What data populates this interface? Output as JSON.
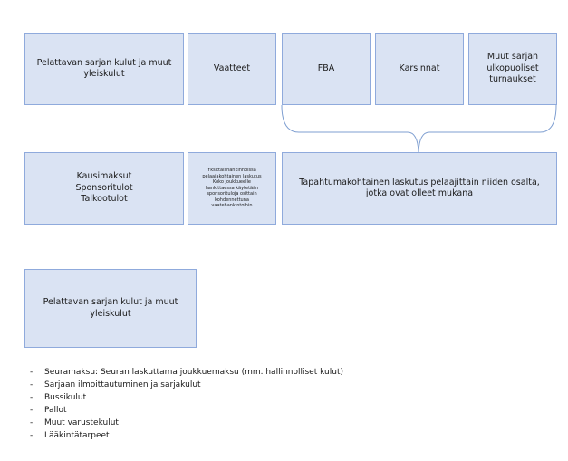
{
  "row1": {
    "box1": "Pelattavan  sarjan kulut ja muut\nyleiskulut",
    "box2": "Vaatteet",
    "box3": "FBA",
    "box4": "Karsinnat",
    "box5": "Muut sarjan\nulkopuoliset\nturnaukset"
  },
  "row2": {
    "box1": "Kausimaksut\nSponsoritulot\nTalkootulot",
    "box2": "Yksittäishankinnoissa\npelaajakohtainen laskutus\nKoko joukkueelle\nhankittaessa käytetään\nsponsorituloja osittain\nkohdennettuna\nvaatehankintoihin",
    "box3": "Tapahtumakohtainen laskutus pelaajittain niiden osalta,\njotka ovat olleet mukana"
  },
  "row3": {
    "box1": "Pelattavan  sarjan kulut ja muut\nyleiskulut"
  },
  "list": {
    "bullet": "-",
    "items": [
      "Seuramaksu: Seuran laskuttama joukkuemaksu (mm. hallinnolliset kulut)",
      "Sarjaan ilmoittautuminen ja sarjakulut",
      "Bussikulut",
      "Pallot",
      "Muut varustekulut",
      "Lääkintätarpeet"
    ]
  },
  "colors": {
    "box_fill": "#dae3f3",
    "box_border": "#8faadc",
    "connector": "#7f9fd1"
  }
}
